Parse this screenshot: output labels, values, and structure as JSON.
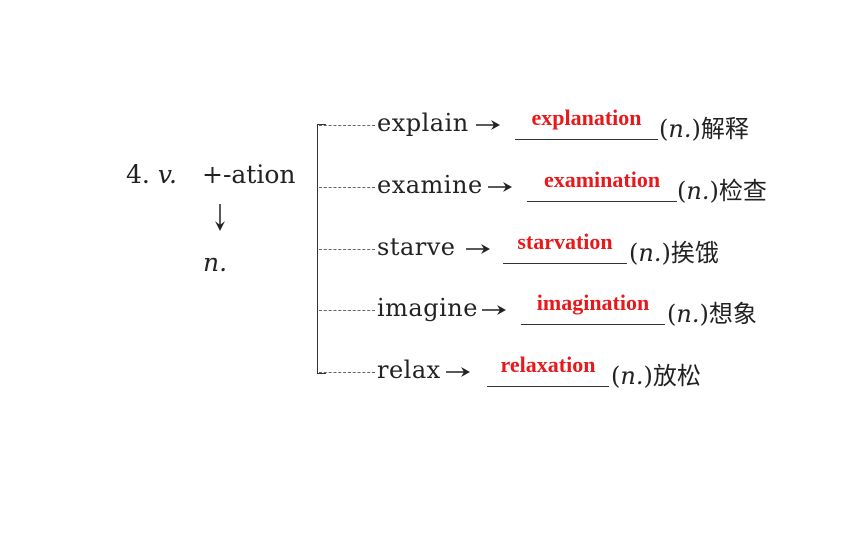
{
  "rule": {
    "number": "4.",
    "pos": "v.",
    "suffix": "+-ation",
    "result_pos": "n."
  },
  "rows": [
    {
      "verb": "explain",
      "answer": "explanation",
      "paren_open": "(",
      "pos": "n.",
      "paren_close": ")",
      "meaning": "解释"
    },
    {
      "verb": "examine",
      "answer": "examination",
      "paren_open": "(",
      "pos": "n.",
      "paren_close": ")",
      "meaning": "检查"
    },
    {
      "verb": "starve",
      "answer": "starvation",
      "paren_open": "(",
      "pos": "n.",
      "paren_close": ")",
      "meaning": "挨饿"
    },
    {
      "verb": "imagine",
      "answer": "imagination",
      "paren_open": "(",
      "pos": "n.",
      "paren_close": ")",
      "meaning": "想象"
    },
    {
      "verb": "relax",
      "answer": "relaxation",
      "paren_open": "(",
      "pos": "n.",
      "paren_close": ")",
      "meaning": "放松"
    }
  ],
  "colors": {
    "answer": "#e8191c",
    "text": "#222222"
  }
}
